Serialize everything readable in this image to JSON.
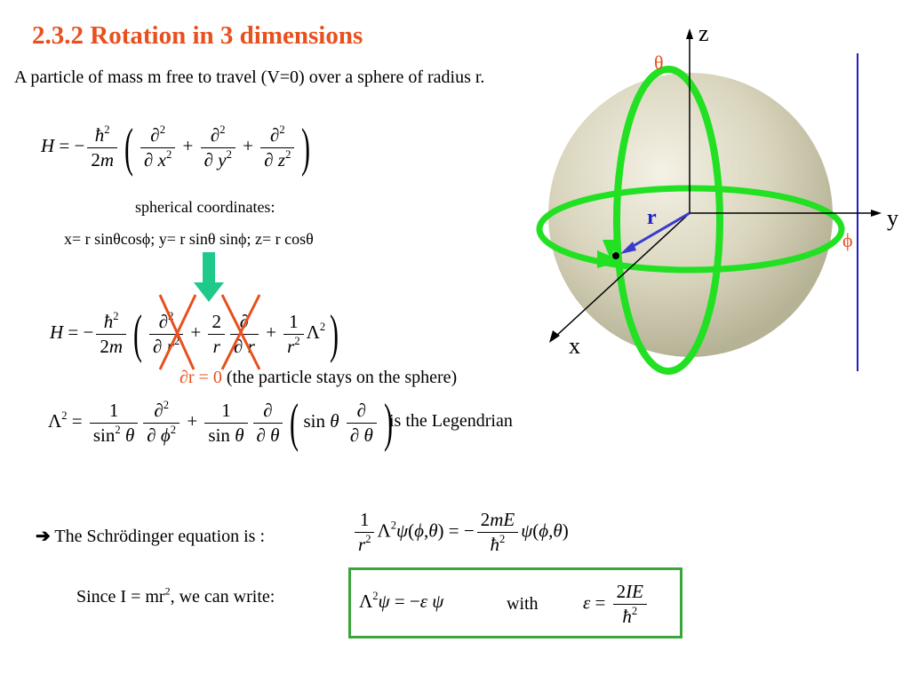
{
  "slide": {
    "title": "2.3.2 Rotation in 3 dimensions",
    "intro": "A particle of mass m free to travel (V=0) over a sphere of radius r.",
    "spherical_label": "spherical coordinates:",
    "coords": "x= r sinθcosϕ; y= r sinθ sinϕ; z= r cosθ",
    "dr_zero": "∂r = 0",
    "dr_note": "(the particle stays on the sphere)",
    "legendrian_note": "is the Legendrian",
    "schrodinger_intro": "The Schrödinger equation is :",
    "since_text": "Since I = mr",
    "since_text2": ", we can write:",
    "with_label": "with"
  },
  "diagram": {
    "axis_z": "z",
    "axis_y": "y",
    "axis_x": "x",
    "label_theta": "θ",
    "label_phi": "ϕ",
    "label_r": "r"
  },
  "colors": {
    "title": "#e8501e",
    "ring": "#22e022",
    "radius_arrow": "#3a3ad0",
    "box_border": "#3aa63a",
    "down_arrow": "#1ec98a",
    "cross": "#e8501e",
    "vertical_line": "#2020c0"
  }
}
